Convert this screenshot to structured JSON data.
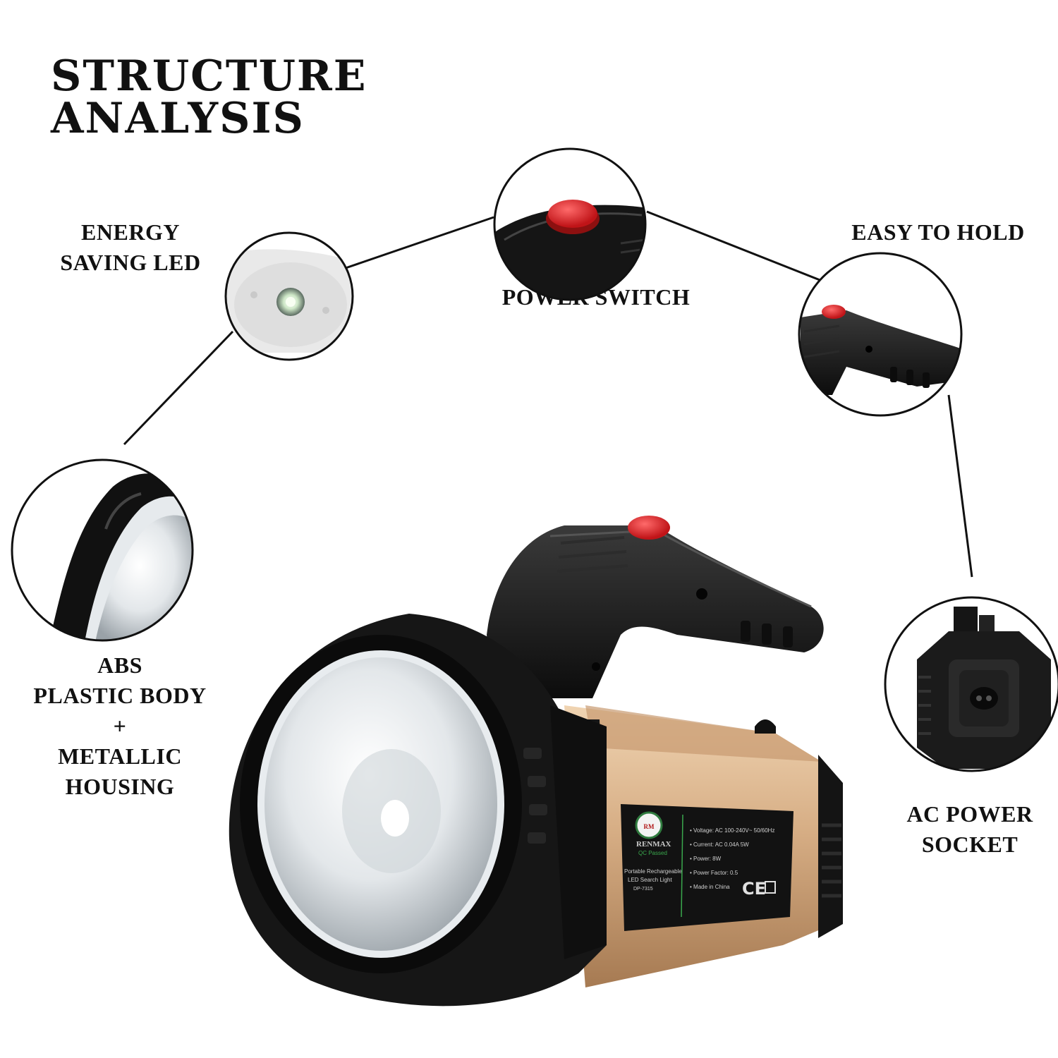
{
  "heading": {
    "title": "STRUCTURE ANALYSIS"
  },
  "callouts": {
    "energy_led": [
      "ENERGY",
      "SAVING LED"
    ],
    "power_switch": [
      "POWER SWITCH"
    ],
    "easy_hold": [
      "EASY TO HOLD"
    ],
    "abs_body": [
      "ABS",
      "PLASTIC BODY",
      "+",
      "METALLIC",
      "HOUSING"
    ],
    "ac_socket": [
      "AC POWER",
      "SOCKET"
    ]
  },
  "label_plate": {
    "brand": "RENMAX",
    "qc": "QC Passed",
    "desc": [
      "Portable Rechargeable",
      "LED Search Light",
      "DP-7315"
    ],
    "specs": [
      "• Voltage: AC 100-240V~ 50/60Hz",
      "• Current: AC 0.04A 5W",
      "• Power: 8W",
      "• Power Factor: 0.5",
      "• Made in China"
    ],
    "cert": "CE"
  },
  "colors": {
    "body_black": "#1a1a1a",
    "button_red": "#e0262a",
    "housing_gold": "#d9b48c",
    "reflector": "#d8dde2"
  }
}
